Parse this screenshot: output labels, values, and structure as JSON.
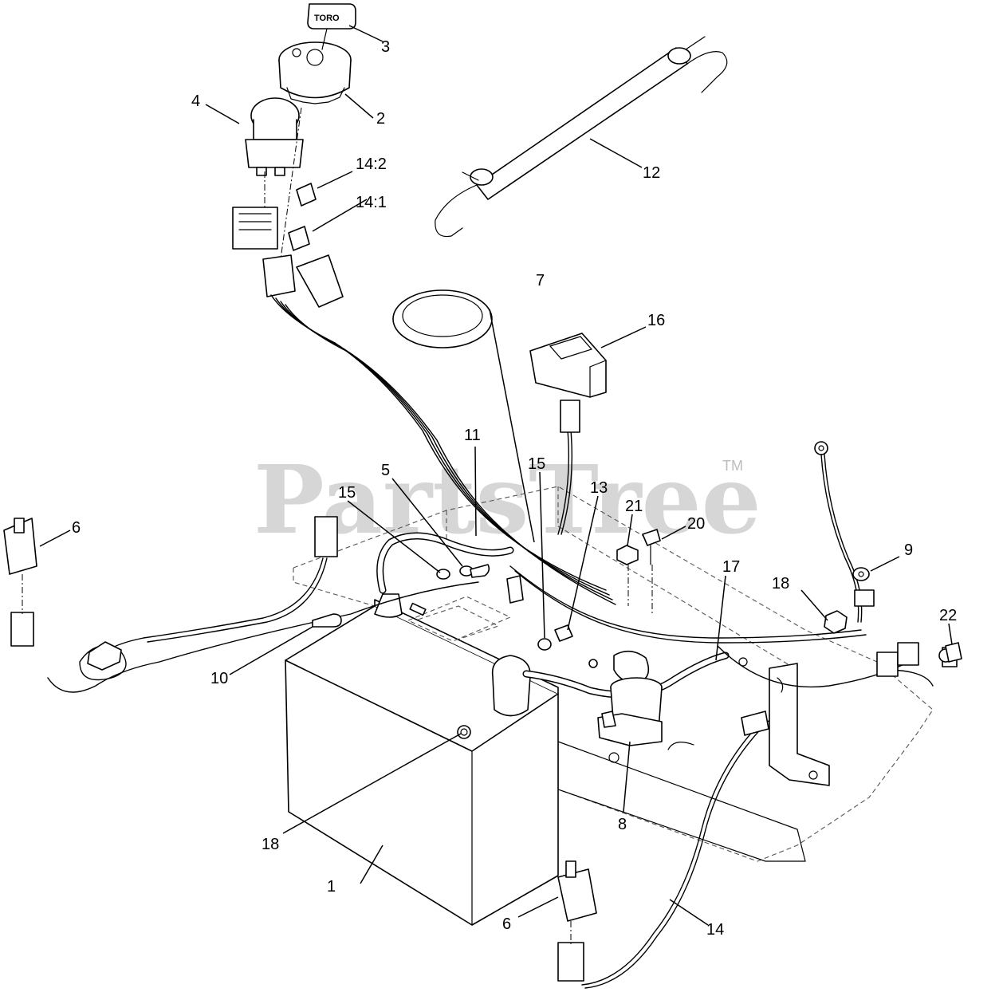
{
  "watermark": {
    "text": "PartsTree",
    "trademark": "TM"
  },
  "key_tag_text": "TORO",
  "callouts": [
    {
      "id": "c1",
      "label": "1"
    },
    {
      "id": "c2",
      "label": "2"
    },
    {
      "id": "c3",
      "label": "3"
    },
    {
      "id": "c4",
      "label": "4"
    },
    {
      "id": "c5",
      "label": "5"
    },
    {
      "id": "c6a",
      "label": "6"
    },
    {
      "id": "c6b",
      "label": "6"
    },
    {
      "id": "c7",
      "label": "7"
    },
    {
      "id": "c8",
      "label": "8"
    },
    {
      "id": "c9",
      "label": "9"
    },
    {
      "id": "c10",
      "label": "10"
    },
    {
      "id": "c11",
      "label": "11"
    },
    {
      "id": "c12",
      "label": "12"
    },
    {
      "id": "c13",
      "label": "13"
    },
    {
      "id": "c14",
      "label": "14"
    },
    {
      "id": "c14_1",
      "label": "14:1"
    },
    {
      "id": "c14_2",
      "label": "14:2"
    },
    {
      "id": "c15a",
      "label": "15"
    },
    {
      "id": "c15b",
      "label": "15"
    },
    {
      "id": "c16",
      "label": "16"
    },
    {
      "id": "c17",
      "label": "17"
    },
    {
      "id": "c18a",
      "label": "18"
    },
    {
      "id": "c18b",
      "label": "18"
    },
    {
      "id": "c20",
      "label": "20"
    },
    {
      "id": "c21",
      "label": "21"
    },
    {
      "id": "c22",
      "label": "22"
    }
  ]
}
